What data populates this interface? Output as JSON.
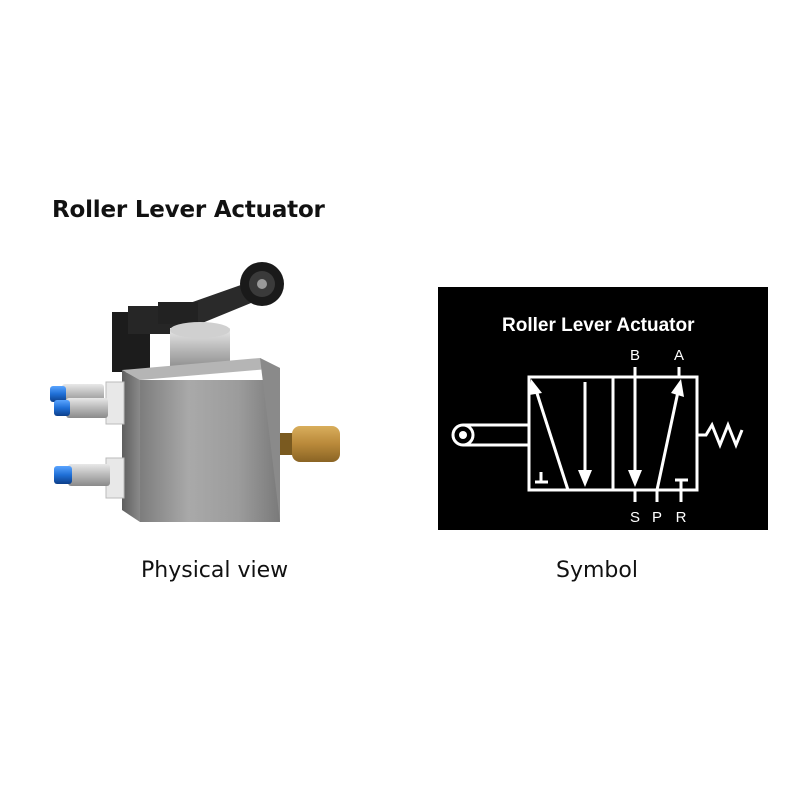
{
  "page": {
    "title": "Roller Lever Actuator"
  },
  "captions": {
    "physical": "Physical view",
    "symbol": "Symbol"
  },
  "symbol": {
    "title": "Roller Lever Actuator",
    "port_b": "B",
    "port_a": "A",
    "port_s": "S",
    "port_p": "P",
    "port_r": "R",
    "background": "#000000",
    "line_color": "#ffffff"
  },
  "photo": {
    "subject": "pneumatic valve with roller lever",
    "body_color": "#9a9a9a",
    "fitting_color": "#1f6fd6",
    "muffler_color": "#b9893a"
  }
}
